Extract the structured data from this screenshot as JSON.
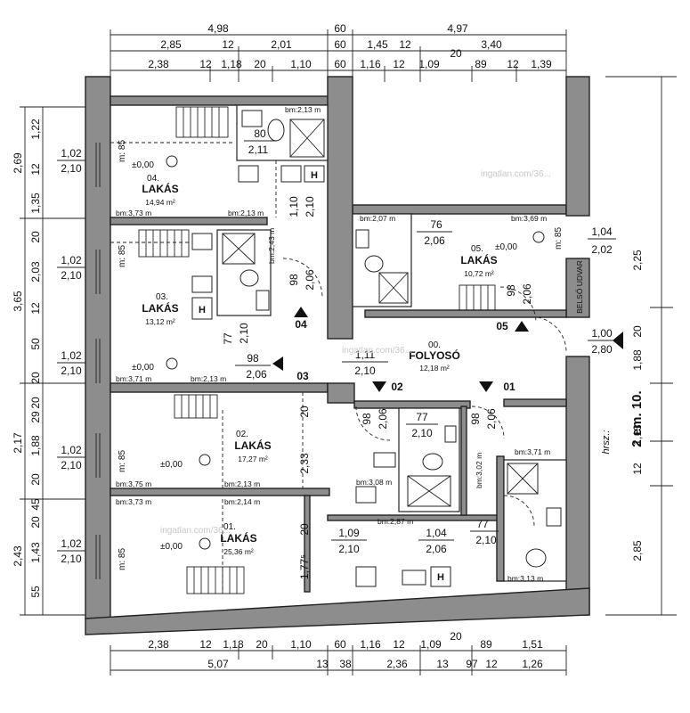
{
  "dimensions": {
    "top_row1": [
      "4,98",
      "60",
      "4,97"
    ],
    "top_row2": [
      "2,85",
      "12",
      "2,01",
      "60",
      "1,45",
      "12",
      "3,40"
    ],
    "top_row3": [
      "2,38",
      "12",
      "1,18",
      "20",
      "1,10",
      "60",
      "1,16",
      "12",
      "1,09",
      "20",
      "89",
      "12",
      "1,39"
    ],
    "bottom_row1": [
      "20",
      "2,38",
      "12",
      "1,18",
      "20",
      "1,10",
      "60",
      "1,16",
      "12",
      "1,09",
      "89",
      "1,51"
    ],
    "bottom_row2": [
      "5,07",
      "13",
      "38",
      "2,36",
      "13",
      "97",
      "12",
      "1,26"
    ],
    "left_outer": [
      "2,69",
      "3,65",
      "2,17",
      "2,43"
    ],
    "left_inner": [
      "1,22",
      "12",
      "1,35",
      "20",
      "2,03",
      "12",
      "50",
      "20",
      "20",
      "29",
      "1,88",
      "20",
      "45",
      "20",
      "1,43",
      "55"
    ],
    "right": [
      "2,25",
      "20",
      "1,88",
      "1,13",
      "12",
      "2,85"
    ]
  },
  "windows": [
    {
      "w": "1,02",
      "h": "2,10"
    },
    {
      "w": "1,02",
      "h": "2,10"
    },
    {
      "w": "1,02",
      "h": "2,10"
    },
    {
      "w": "1,02",
      "h": "2,10"
    },
    {
      "w": "1,02",
      "h": "2,10"
    }
  ],
  "rooms": {
    "r04": {
      "num": "04.",
      "name": "LAKÁS",
      "area": "14,94 m²",
      "level": "±0,00",
      "sill": "m: 85",
      "bm1": "bm:3,73 m",
      "bm2": "bm:2,13 m",
      "bm3": "bm:2,13 m"
    },
    "r03": {
      "num": "03.",
      "name": "LAKÁS",
      "area": "13,12 m²",
      "level": "±0,00",
      "sill": "m: 85",
      "bm1": "bm:3,71 m",
      "bm2": "bm:2,13 m",
      "bm3": "bm:2,43 m"
    },
    "r05": {
      "num": "05.",
      "name": "LAKÁS",
      "area": "10,72 m²",
      "level": "±0,00",
      "sill": "m: 85",
      "bm1": "bm:2,07 m",
      "bm2": "bm:3,69 m"
    },
    "r00": {
      "num": "00.",
      "name": "FOLYOSÓ",
      "area": "12,18 m²"
    },
    "r02": {
      "num": "02.",
      "name": "LAKÁS",
      "area": "17,27 m²",
      "level": "±0,00",
      "sill": "m: 85",
      "bm1": "bm:3,75 m",
      "bm2": "bm:2,13 m",
      "bm3": "bm:3,08 m"
    },
    "r01": {
      "num": "01.",
      "name": "LAKÁS",
      "area": "25,36 m²",
      "level": "±0,00",
      "sill": "m: 85",
      "bm1": "bm:3,73 m",
      "bm2": "bm:2,14 m",
      "bm3": "bm:2,87 m",
      "bm4": "bm:3,13 m",
      "bm5": "bm:3,71 m",
      "bm6": "bm:3,02 m"
    }
  },
  "doors": [
    {
      "w": "80",
      "h": "2,11"
    },
    {
      "w": "1,10",
      "h": "2,10"
    },
    {
      "w": "98",
      "h": "2,06"
    },
    {
      "w": "76",
      "h": "2,06"
    },
    {
      "w": "98",
      "h": "2,06"
    },
    {
      "w": "77",
      "h": "2,10"
    },
    {
      "w": "98",
      "h": "2,06"
    },
    {
      "w": "1,11",
      "h": "2,10"
    },
    {
      "w": "1,04",
      "h": "2,02"
    },
    {
      "w": "1,00",
      "h": "2,80"
    },
    {
      "w": "98",
      "h": "2,06"
    },
    {
      "w": "77",
      "h": "2,10"
    },
    {
      "w": "98",
      "h": "2,06"
    },
    {
      "w": "1,09",
      "h": "2,10"
    },
    {
      "w": "1,04",
      "h": "2,06"
    },
    {
      "w": "77",
      "h": "2,10"
    }
  ],
  "markers": [
    "04",
    "03",
    "05",
    "02",
    "01"
  ],
  "misc": {
    "dim_2_33": "2,33",
    "dim_1_77": "1,77⁵",
    "dim_20a": "20",
    "dim_20b": "20",
    "courtyard": "BELSŐ UDVAR",
    "floor": "2 em. 10.",
    "hrsz": "hrsz.:",
    "watermark": "ingatlan.com/36..."
  }
}
